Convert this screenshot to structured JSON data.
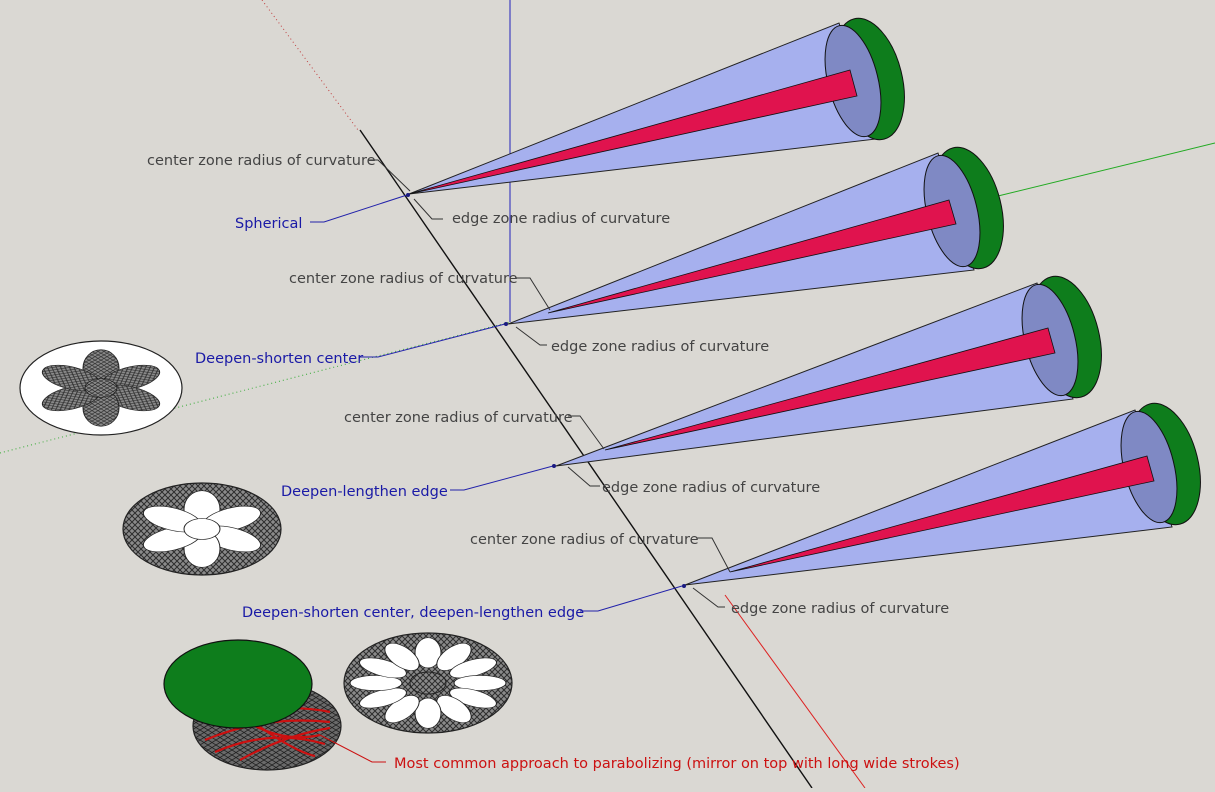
{
  "labels": {
    "center_zone": "center zone radius of curvature",
    "edge_zone": "edge zone radius of curvature"
  },
  "profiles": [
    {
      "name": "Spherical"
    },
    {
      "name": "Deepen-shorten center"
    },
    {
      "name": "Deepen-lengthen edge"
    },
    {
      "name": "Deepen-shorten center, deepen-lengthen edge"
    }
  ],
  "note": "Most common approach to parabolizing (mirror on top with long wide strokes)",
  "colors": {
    "background": "#dad8d3",
    "cone": "#a6b0ee",
    "cone_inner": "#7f89c4",
    "core_red": "#e0134e",
    "mirror_green": "#0e7d1c",
    "axis_blue": "#2222bb",
    "axis_red": "#dd2222",
    "axis_green": "#22aa22",
    "label_gray": "#444444",
    "label_blue": "#1a1aa6",
    "label_red": "#cc1111"
  }
}
